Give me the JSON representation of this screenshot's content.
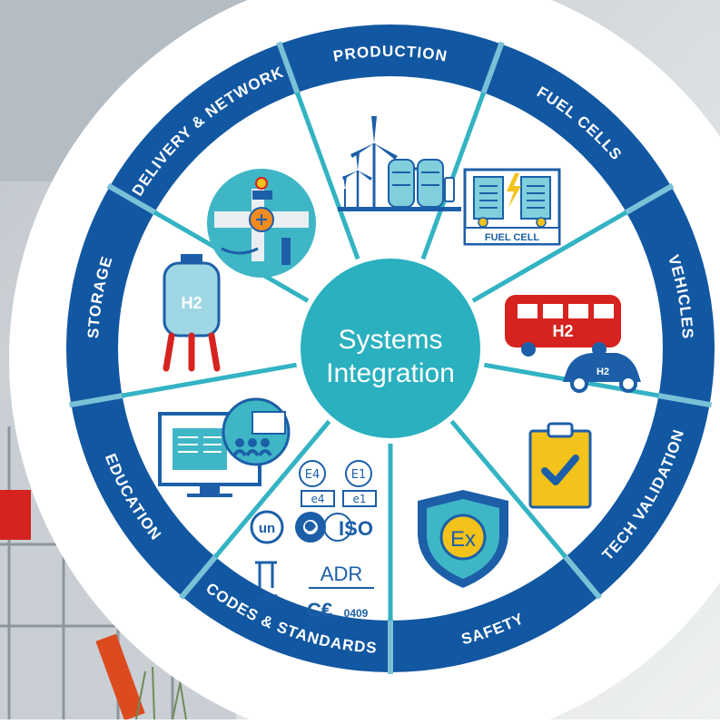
{
  "center": {
    "line1": "Systems",
    "line2": "Integration"
  },
  "segments": [
    {
      "id": "production",
      "label": "PRODUCTION",
      "icon": "wind-turbine-electrolyzer-icon"
    },
    {
      "id": "fuel-cells",
      "label": "FUEL CELLS",
      "icon": "fuel-cell-icon",
      "icon_text": "FUEL CELL"
    },
    {
      "id": "vehicles",
      "label": "VEHICLES",
      "icon": "hydrogen-vehicles-icon",
      "icon_text": "H2"
    },
    {
      "id": "tech-validation",
      "label": "TECH VALIDATION",
      "icon": "clipboard-check-icon"
    },
    {
      "id": "safety",
      "label": "SAFETY",
      "icon": "ex-shield-icon",
      "icon_text": "Ex"
    },
    {
      "id": "codes-standards",
      "label": "CODES & STANDARDS",
      "icon": "standards-marks-icon",
      "marks": {
        "e4": "E4",
        "e1": "E1",
        "e4_small": "e4",
        "e1_small": "e1",
        "un": "un",
        "iso": "ISO",
        "adr": "ADR",
        "pi_code": "0409",
        "ce_code": "0409"
      }
    },
    {
      "id": "education",
      "label": "EDUCATION",
      "icon": "classroom-screen-icon"
    },
    {
      "id": "storage",
      "label": "STORAGE",
      "icon": "hydrogen-tank-icon",
      "icon_text": "H2"
    },
    {
      "id": "delivery-network",
      "label": "DELIVERY & NETWORK",
      "icon": "pipeline-valve-icon"
    }
  ],
  "colors": {
    "ring": "#1257a1",
    "ring_dark": "#0d4a8c",
    "separator": "#79c1d7",
    "center": "#2ab0bf",
    "spoke": "#33b3c3",
    "icon_teal": "#3fb6c6",
    "icon_blue": "#1c5fa8",
    "accent_red": "#d6231f",
    "accent_yellow": "#f3c21b"
  }
}
